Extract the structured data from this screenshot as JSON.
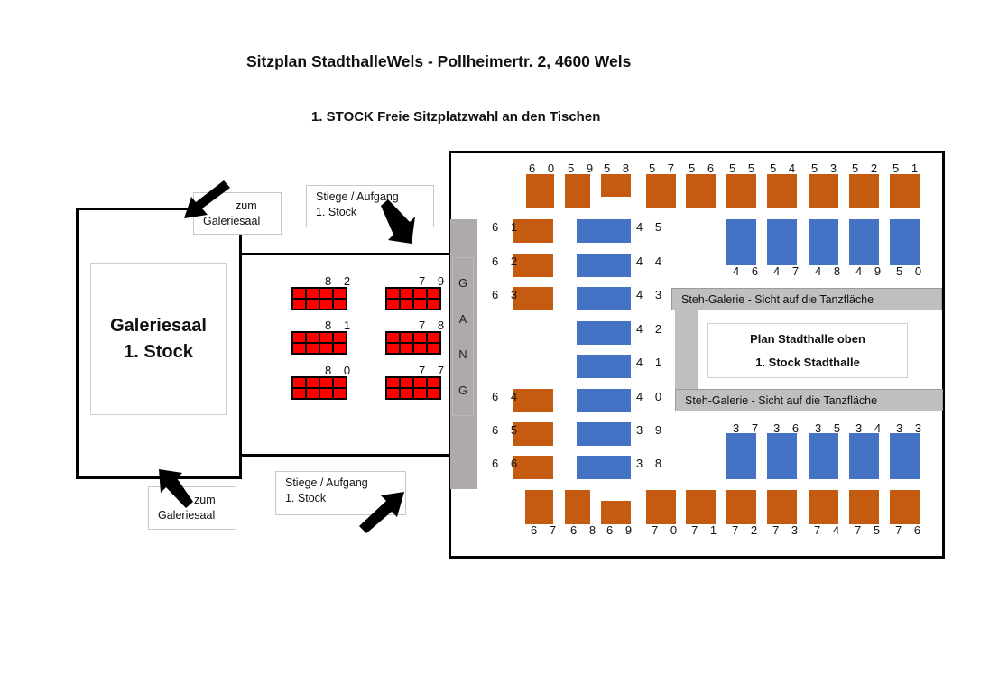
{
  "header": {
    "title": "Sitzplan StadthalleWels - Pollheimertr. 2, 4600 Wels",
    "subtitle": "1. STOCK Freie Sitzplatzwahl an den Tischen"
  },
  "galeriesaal": {
    "line1": "Galeriesaal",
    "line2": "1. Stock"
  },
  "notes": {
    "zum_galeriesaal_top": {
      "line1": "zum",
      "line2": "Galeriesaal"
    },
    "stiege_top": {
      "line1": "Stiege / Aufgang",
      "line2": "1. Stock"
    },
    "zum_galeriesaal_bottom": {
      "line1": "zum",
      "line2": "Galeriesaal"
    },
    "stiege_bottom": {
      "line1": "Stiege / Aufgang",
      "line2": "1. Stock"
    }
  },
  "gang": {
    "letters": [
      "G",
      "A",
      "N",
      "G"
    ]
  },
  "red_tables": [
    {
      "number": "8 2"
    },
    {
      "number": "7 9"
    },
    {
      "number": "8 1"
    },
    {
      "number": "7 8"
    },
    {
      "number": "8 0"
    },
    {
      "number": "7 7"
    }
  ],
  "top_row": [
    "6 0",
    "5 9",
    "5 8",
    "5 7",
    "5 6",
    "5 5",
    "5 4",
    "5 3",
    "5 2",
    "5 1"
  ],
  "left_orange": [
    "6 1",
    "6 2",
    "6 3",
    "6 4",
    "6 5",
    "6 6"
  ],
  "center_blue": [
    "4 5",
    "4 4",
    "4 3",
    "4 2",
    "4 1",
    "4 0",
    "3 9",
    "3 8"
  ],
  "right_blue_top": [
    "4 6",
    "4 7",
    "4 8",
    "4 9",
    "5 0"
  ],
  "right_blue_bottom": [
    "3 7",
    "3 6",
    "3 5",
    "3 4",
    "3 3"
  ],
  "bottom_row": [
    "6 7",
    "6 8",
    "6 9",
    "7 0",
    "7 1",
    "7 2",
    "7 3",
    "7 4",
    "7 5",
    "7 6"
  ],
  "steh_galerie": {
    "top": "Steh-Galerie - Sicht auf die Tanzfläche",
    "bottom": "Steh-Galerie - Sicht auf die Tanzfläche"
  },
  "plan_box": {
    "line1": "Plan Stadthalle oben",
    "line2": "1. Stock Stadthalle"
  },
  "colors": {
    "orange_table": "#c55a11",
    "blue_table": "#4472c4",
    "red_table": "#ff0000",
    "gang": "#aeaaaa",
    "steh_galerie": "#bfbfbf"
  }
}
